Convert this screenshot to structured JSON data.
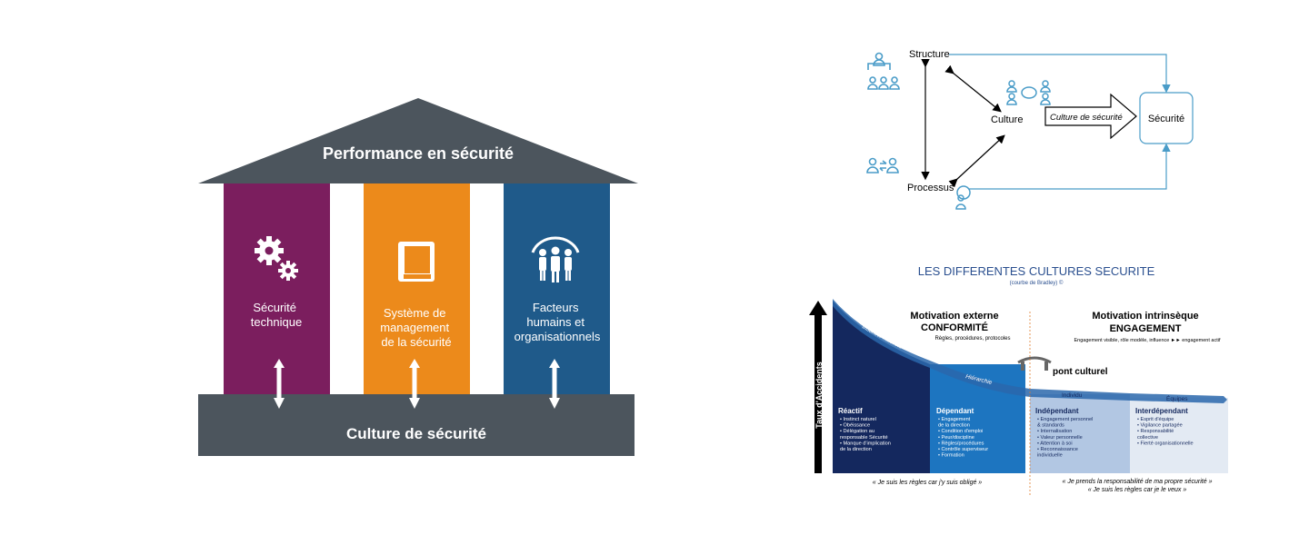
{
  "temple": {
    "roof_title": "Performance en sécurité",
    "base_title": "Culture de sécurité",
    "pillars": [
      {
        "lines": [
          "Sécurité",
          "technique"
        ],
        "color": "#7b1e5e",
        "icon": "gears-icon"
      },
      {
        "lines": [
          "Système de",
          "management",
          "de la sécurité"
        ],
        "color": "#ec8a1b",
        "icon": "book-icon"
      },
      {
        "lines": [
          "Facteurs",
          "humains et",
          "organisationnels"
        ],
        "color": "#1f5a8a",
        "icon": "people-icon"
      }
    ],
    "colors": {
      "roof": "#4c555d",
      "base": "#4c555d"
    }
  },
  "flow": {
    "structure": "Structure",
    "culture": "Culture",
    "culture_arrow": "Culture de sécurité",
    "securite": "Sécurité",
    "processus": "Processus",
    "accent": "#4a9cc8"
  },
  "bradley": {
    "title": "LES DIFFERENTES CULTURES SECURITE",
    "subtitle": "(courbe de Bradley) ©",
    "y_axis": "Taux d'Accidents",
    "motivation_externe": "Motivation externe",
    "conformite": "CONFORMITÉ",
    "regles": "Règles, procédures, protocoles",
    "motivation_intrinseque": "Motivation intrinsèque",
    "engagement": "ENGAGEMENT",
    "engagement_line": "Engagement visible, rôle modèle, influence ►► engagement actif",
    "pont": "pont culturel",
    "band_labels": [
      "Instincts naturels",
      "Hiérarchie",
      "Individu",
      "Équipes"
    ],
    "stages": [
      {
        "title": "Réactif",
        "items": [
          "Instinct naturel",
          "Obéissance",
          "Délégation au",
          "responsable Sécurité",
          "Manque d'implication",
          "de la direction"
        ],
        "bullets": [
          1,
          1,
          1,
          0,
          1,
          0
        ]
      },
      {
        "title": "Dépendant",
        "items": [
          "Engagement",
          "de la direction",
          "Condition d'emploi",
          "Peur/discipline",
          "Règles/procédures",
          "Contrôle superviseur",
          "Formation"
        ],
        "bullets": [
          1,
          0,
          1,
          1,
          1,
          1,
          1
        ]
      },
      {
        "title": "Indépendant",
        "items": [
          "Engagement personnel",
          "& standards",
          "Internalisation",
          "Valeur personnelle",
          "Attention à soi",
          "Reconnaissance",
          "individuelle"
        ],
        "bullets": [
          1,
          0,
          1,
          1,
          1,
          1,
          0
        ]
      },
      {
        "title": "Interdépendant",
        "items": [
          "Esprit d'équipe",
          "Vigilance partagée",
          "Responsabilité",
          "collective",
          "Fierté organisationnelle"
        ],
        "bullets": [
          1,
          1,
          1,
          0,
          1
        ]
      }
    ],
    "quote_left": "« Je suis les règles car j'y suis obligé »",
    "quote_right_1": "« Je prends la responsabilité de ma propre sécurité »",
    "quote_right_2": "« Je suis les règles car je le veux »",
    "colors": [
      "#14285e",
      "#1d75c0",
      "#b2c7e3",
      "#e3eaf3"
    ]
  }
}
